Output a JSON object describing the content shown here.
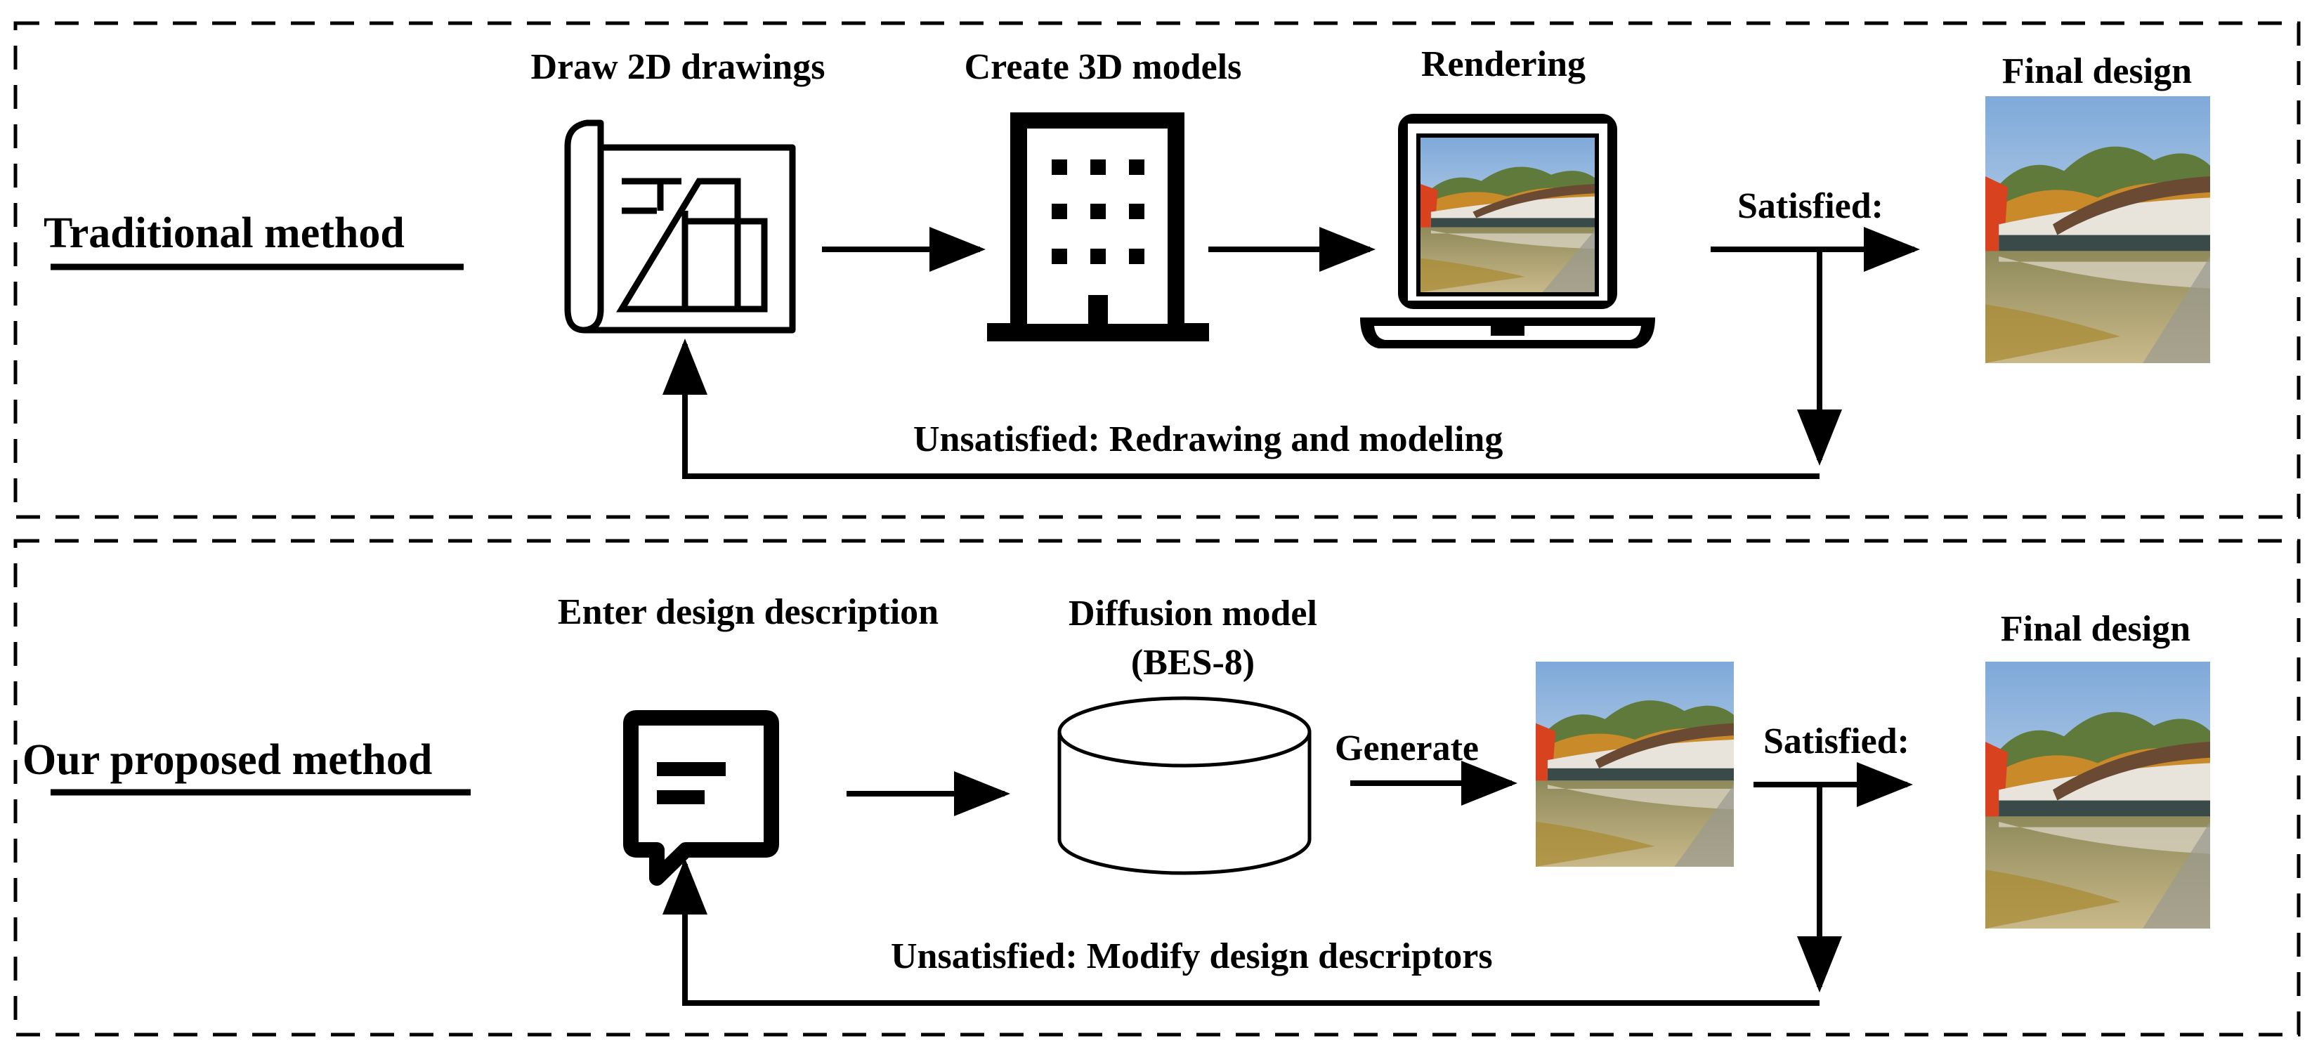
{
  "traditional": {
    "title": "Traditional method",
    "step1": "Draw 2D drawings",
    "step2": "Create 3D models",
    "step3": "Rendering",
    "final": "Final design",
    "satisfied": "Satisfied:",
    "unsatisfied": "Unsatisfied: Redrawing and modeling"
  },
  "proposed": {
    "title": "Our proposed method",
    "step1": "Enter design description",
    "step2_line1": "Diffusion model",
    "step2_line2": "(BES-8)",
    "generate": "Generate",
    "final": "Final design",
    "satisfied": "Satisfied:",
    "unsatisfied": "Unsatisfied: Modify design descriptors"
  },
  "icons": [
    "blueprint-icon",
    "building-icon",
    "laptop-icon",
    "chat-icon",
    "database-icon"
  ],
  "colors": {
    "stroke": "#000000",
    "background": "#ffffff"
  }
}
